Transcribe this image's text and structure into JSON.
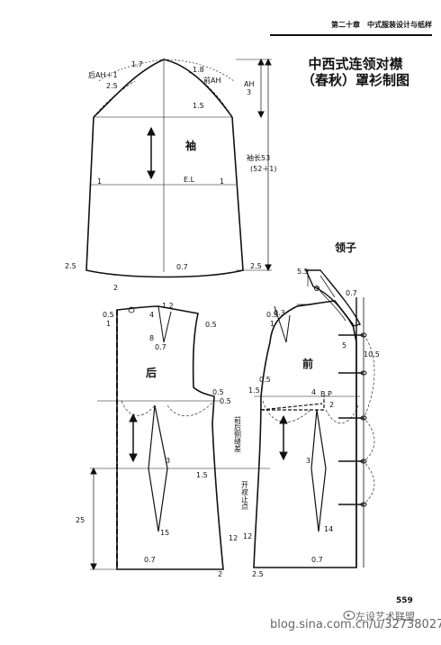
{
  "header": "第二十章　中式服装设计与纸样",
  "title_line1": "中西式连领对襟",
  "title_line2": "（春秋）罩衫制图",
  "collar_label": "领子",
  "page_number": "559",
  "watermark": "blog.sina.com.cn/u/3273802737",
  "watermark_org": "左设艺术联盟",
  "sleeve": {
    "name": "袖",
    "back_ah": "后AH＋1",
    "front_ah": "前AH",
    "ah3_top": "AH",
    "ah3_bottom": "3",
    "length_1": "袖长53",
    "length_2": "(52＋1)",
    "el": "E.L",
    "m_1_7": "1.7",
    "m_1_8": "1.8",
    "m_2_5": "2.5",
    "m_1_5": "1.5",
    "m_1_left": "1",
    "m_1_right": "1",
    "m_2_5_bl": "2.5",
    "m_2_5_br": "2.5",
    "m_0_7": "0.7",
    "m_2": "2"
  },
  "back": {
    "name": "后",
    "m_0_5_left": "0.5",
    "m_1": "1",
    "m_4": "4",
    "m_1_2": "1.2",
    "m_0_5_right": "0.5",
    "m_8": "8",
    "m_0_7": "0.7",
    "m_0_5_side": "0.5",
    "m_0_5_side2": "0.5",
    "m_3": "3",
    "m_1_5": "1.5",
    "m_15": "15",
    "m_25": "25",
    "m_12": "12",
    "m_0_7_hem": "0.7",
    "m_2": "2"
  },
  "front": {
    "name": "前",
    "m_0_5": "0.5",
    "m_0_3": "0.3",
    "m_1": "1",
    "m_0_5_b": "0.5",
    "m_1_5": "1.5",
    "m_4": "4",
    "bp": "B.P",
    "m_2": "2",
    "dart_label": "前后侧缝差",
    "slit_label": "开衩止点",
    "m_3": "3",
    "m_14": "14",
    "m_12": "12",
    "m_0_7": "0.7",
    "m_2_5": "2.5"
  },
  "collar": {
    "m_5_5": "5.5",
    "m_0_7": "0.7",
    "m_10_5": "10.5",
    "m_5": "5"
  }
}
